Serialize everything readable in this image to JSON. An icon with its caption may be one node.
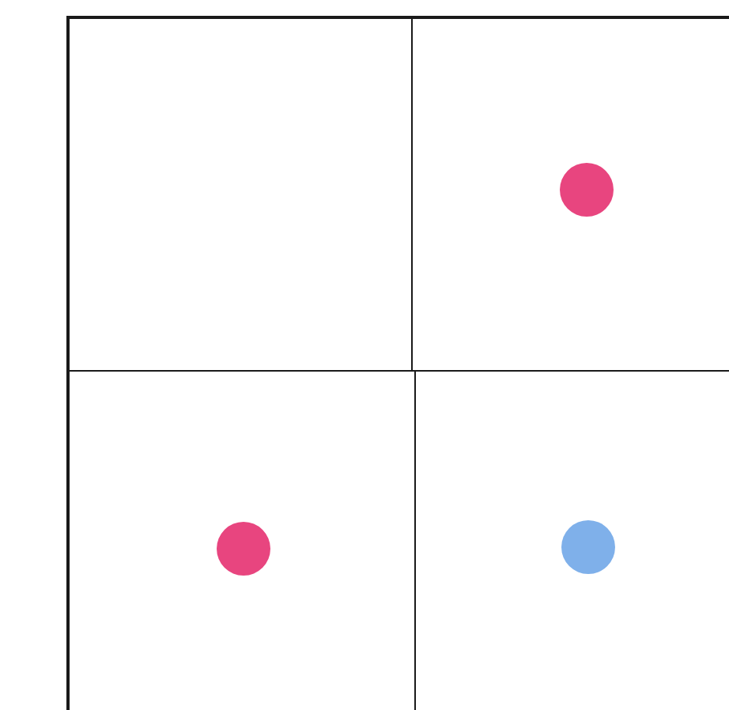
{
  "diagram": {
    "nodes": [
      {
        "text": [],
        "shape": "box"
      },
      {
        "text": [],
        "shape": "box"
      },
      {
        "text": [],
        "shape": "circle",
        "in": 1
      },
      {
        "text": [],
        "shape": "box"
      },
      {
        "text": [],
        "shape": "circle",
        "in": 3
      },
      {
        "text": [],
        "shape": "box"
      },
      {
        "text": [],
        "shape": "circle",
        "in": 5
      }
    ],
    "edges": []
  }
}
